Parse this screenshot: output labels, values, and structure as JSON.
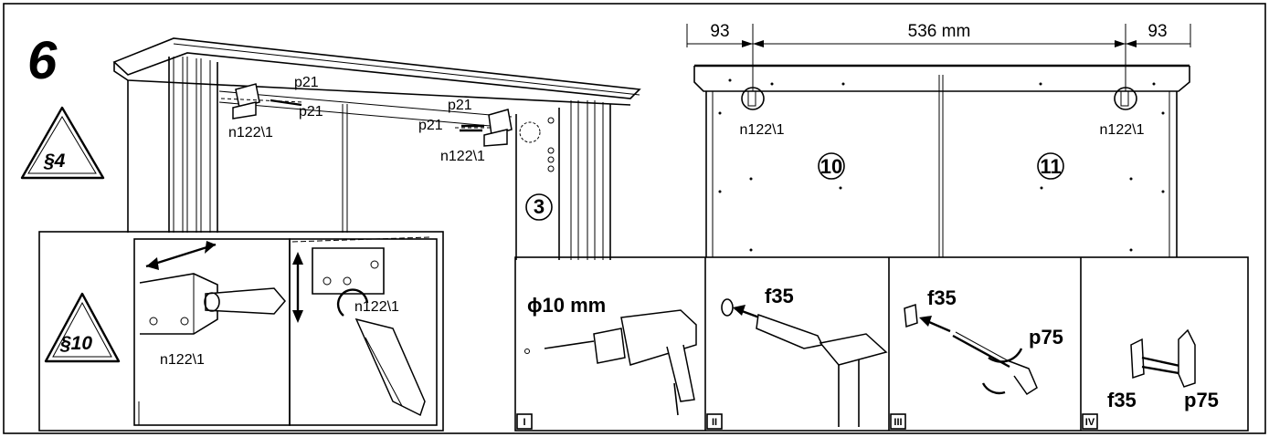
{
  "step_number": "6",
  "warnings": {
    "main": "§4",
    "inset": "§10"
  },
  "labels": {
    "p21_a": "p21",
    "p21_b": "p21",
    "p21_c": "p21",
    "p21_d": "p21",
    "n122_left": "n122\\1",
    "n122_right": "n122\\1",
    "n122_panel_left": "n122\\1",
    "n122_panel_right": "n122\\1",
    "n122_inset_a": "n122\\1",
    "n122_inset_b": "n122\\1",
    "part_3": "3",
    "part_10": "10",
    "part_11": "11"
  },
  "dimensions": {
    "left": "93",
    "middle": "536 mm",
    "right": "93"
  },
  "steps": {
    "s1": {
      "roman": "I",
      "text": "ϕ10 mm"
    },
    "s2": {
      "roman": "II",
      "text": "f35"
    },
    "s3": {
      "roman": "III",
      "text_a": "f35",
      "text_b": "p75"
    },
    "s4": {
      "roman": "IV",
      "text_a": "f35",
      "text_b": "p75"
    }
  }
}
